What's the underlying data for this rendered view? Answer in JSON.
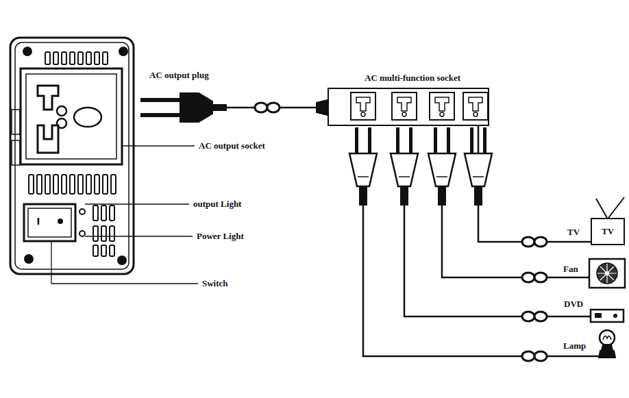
{
  "diagram": {
    "nodes": [
      {
        "text": [
          "AC multi-function socket"
        ]
      },
      {
        "text": [
          "TV"
        ]
      }
    ],
    "edges": [
      {
        "from": 0,
        "to": 1,
        "arrow": "none",
        "label": "TV"
      }
    ],
    "labels": [
      "AC output plug",
      "AC output socket",
      "output Light",
      "Power Light",
      "Switch",
      "Fan",
      "DVD",
      "Lamp"
    ]
  }
}
